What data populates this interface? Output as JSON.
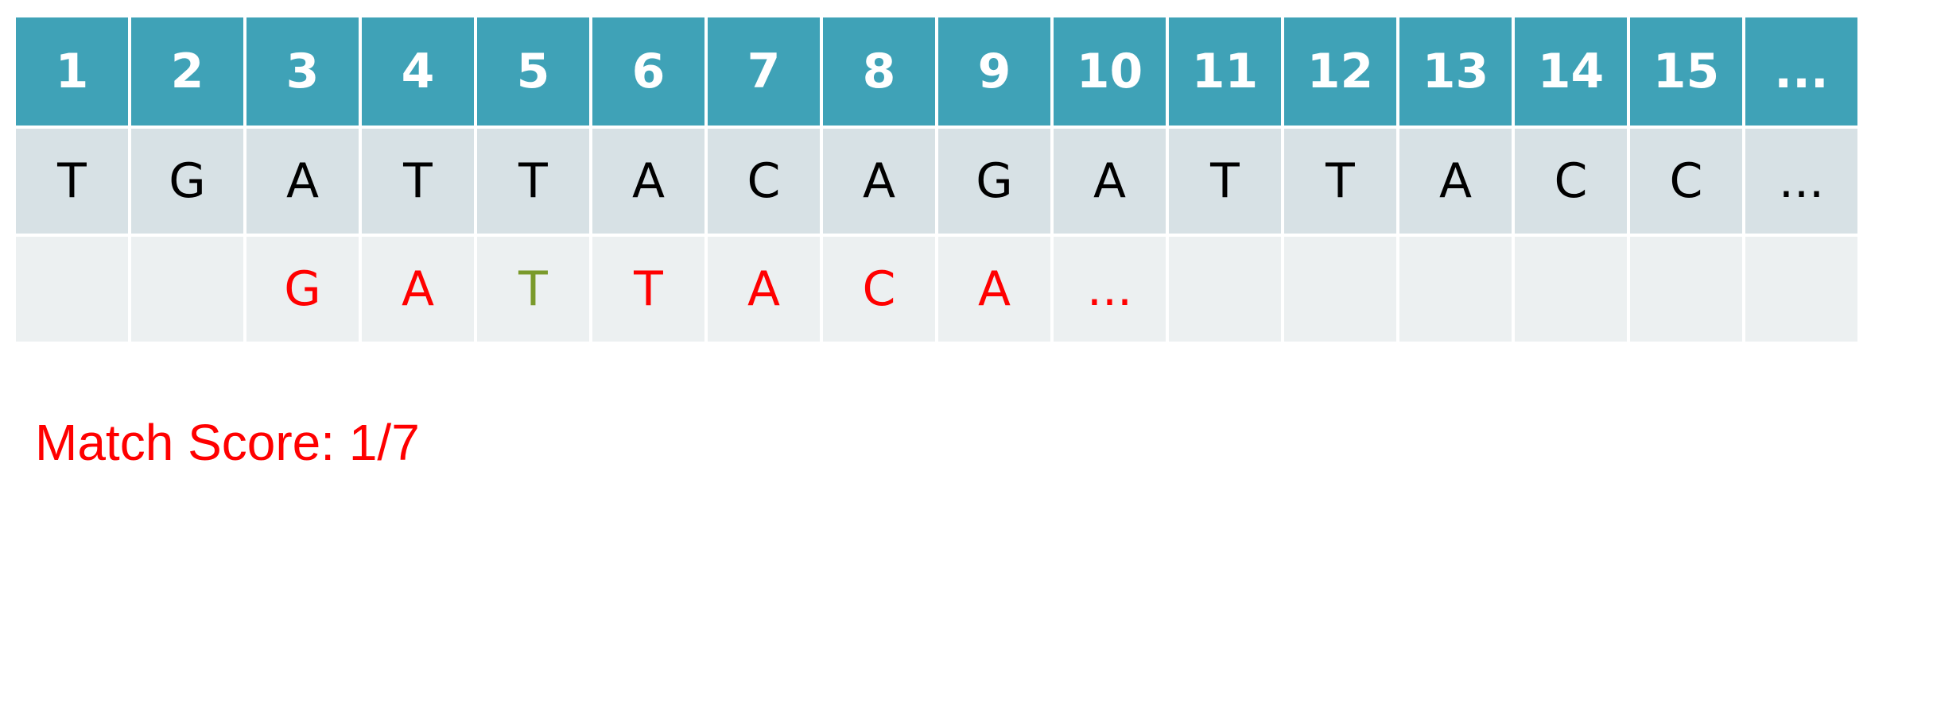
{
  "colors": {
    "header_bg": "#3fa2b7",
    "header_text": "#ffffff",
    "reference_bg": "#d7e1e5",
    "query_bg": "#ecf0f1",
    "mismatch": "#ff0000",
    "match": "#7a9a2b",
    "score_text": "#ff0000"
  },
  "positions": [
    "1",
    "2",
    "3",
    "4",
    "5",
    "6",
    "7",
    "8",
    "9",
    "10",
    "11",
    "12",
    "13",
    "14",
    "15",
    "..."
  ],
  "reference": [
    "T",
    "G",
    "A",
    "T",
    "T",
    "A",
    "C",
    "A",
    "G",
    "A",
    "T",
    "T",
    "A",
    "C",
    "C",
    "..."
  ],
  "query": [
    {
      "text": "",
      "status": "empty"
    },
    {
      "text": "",
      "status": "empty"
    },
    {
      "text": "G",
      "status": "mismatch"
    },
    {
      "text": "A",
      "status": "mismatch"
    },
    {
      "text": "T",
      "status": "match"
    },
    {
      "text": "T",
      "status": "mismatch"
    },
    {
      "text": "A",
      "status": "mismatch"
    },
    {
      "text": "C",
      "status": "mismatch"
    },
    {
      "text": "A",
      "status": "mismatch"
    },
    {
      "text": "...",
      "status": "mismatch"
    },
    {
      "text": "",
      "status": "empty"
    },
    {
      "text": "",
      "status": "empty"
    },
    {
      "text": "",
      "status": "empty"
    },
    {
      "text": "",
      "status": "empty"
    },
    {
      "text": "",
      "status": "empty"
    },
    {
      "text": "",
      "status": "empty"
    }
  ],
  "match_score": "Match Score: 1/7"
}
